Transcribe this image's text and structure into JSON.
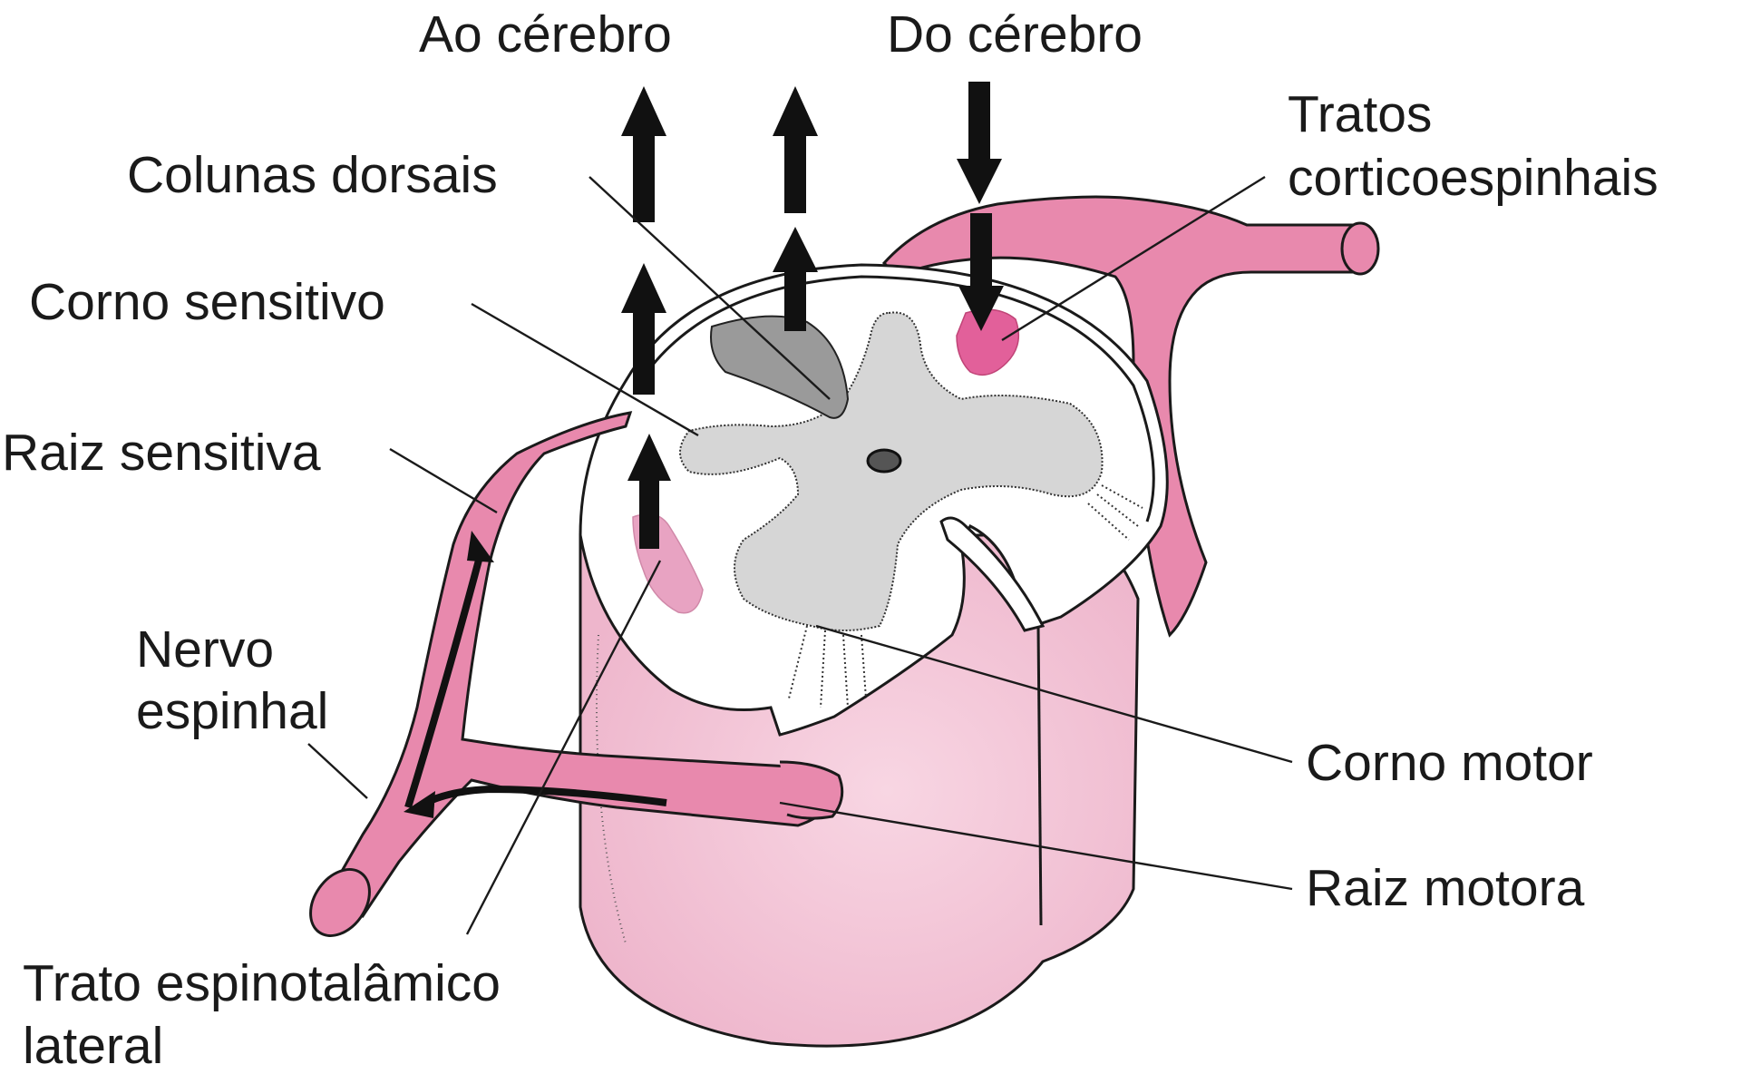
{
  "labels": {
    "to_brain": "Ao cérebro",
    "from_brain": "Do cérebro",
    "dorsal_columns": "Colunas dorsais",
    "corticospinal_1": "Tratos",
    "corticospinal_2": "corticoespinhais",
    "sensory_horn": "Corno sensitivo",
    "sensory_root": "Raiz sensitiva",
    "spinal_nerve_1": "Nervo",
    "spinal_nerve_2": "espinhal",
    "motor_horn": "Corno motor",
    "motor_root": "Raiz motora",
    "spinothalamic_1": "Trato espinotalâmico",
    "spinothalamic_2": "lateral"
  },
  "colors": {
    "nerve_pink": "#e889ad",
    "cord_pink": "#f5c9da",
    "grey_matter": "#d6d6d6",
    "dorsal_column_grey": "#9a9a9a",
    "corticospinal_tract": "#e2609a",
    "spinothalamic_tract": "#e8a3c2"
  }
}
